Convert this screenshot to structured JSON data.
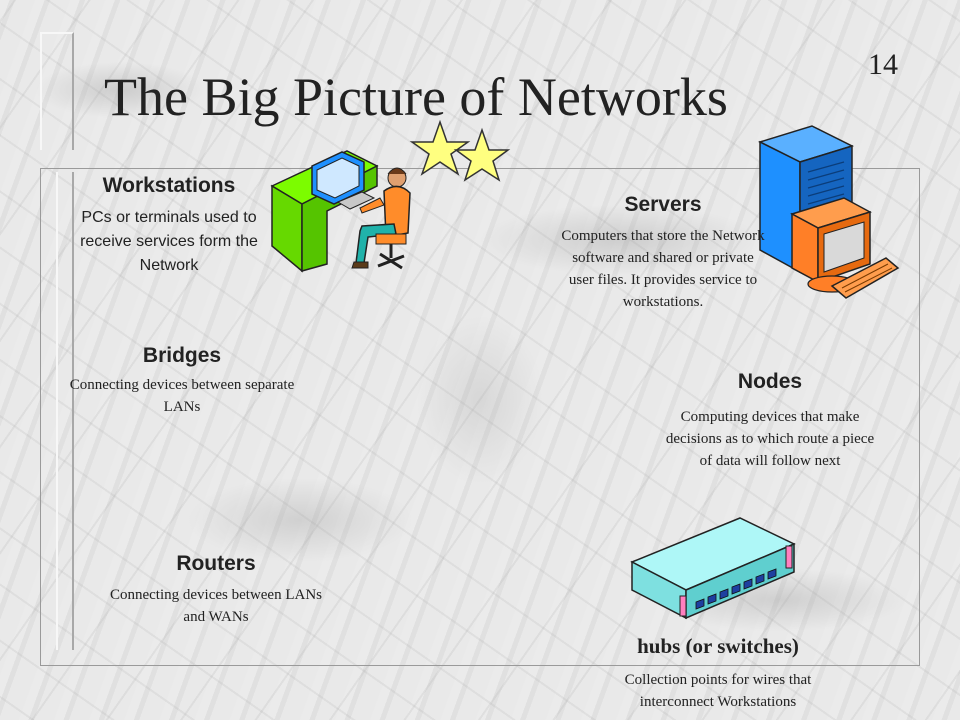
{
  "slide": {
    "title": "The Big Picture of Networks",
    "page_number": "14"
  },
  "sections": {
    "workstations": {
      "heading": "Workstations",
      "description": "PCs or terminals used to receive services form the Network"
    },
    "servers": {
      "heading": "Servers",
      "description": "Computers that store the Network software and shared or private user files. It provides service to workstations."
    },
    "bridges": {
      "heading": "Bridges",
      "description": "Connecting devices between separate LANs"
    },
    "nodes": {
      "heading": "Nodes",
      "description": "Computing devices that make decisions as to which route a piece of data will follow next"
    },
    "routers": {
      "heading": "Routers",
      "description": "Connecting devices between LANs and WANs"
    },
    "hubs": {
      "heading": "hubs (or switches)",
      "description": "Collection points for wires that interconnect Workstations"
    }
  },
  "colors": {
    "desk_green": "#7cfc00",
    "server_blue": "#1e90ff",
    "monitor_orange": "#ff7f27",
    "hub_cyan": "#aef7f7",
    "star_yellow": "#ffff80"
  },
  "icons": [
    "workstation-desk-icon",
    "server-tower-icon",
    "hub-device-icon",
    "star-icon"
  ]
}
